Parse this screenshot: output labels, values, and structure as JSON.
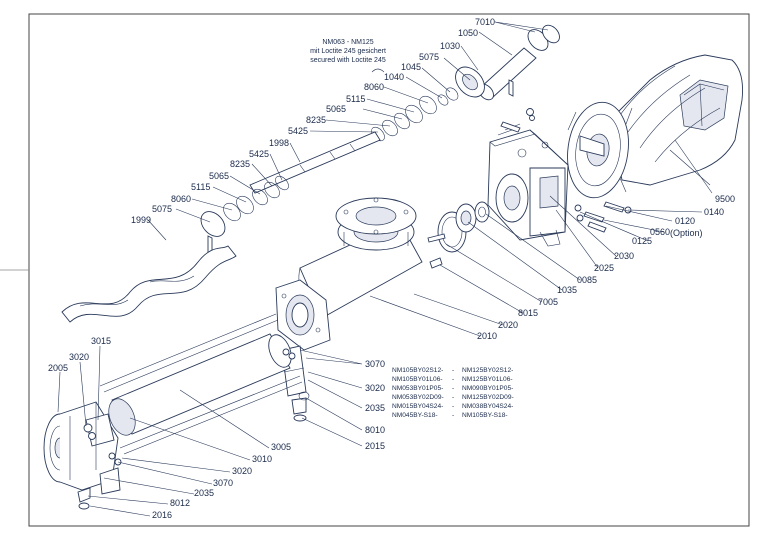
{
  "note": {
    "line1": "NM063 - NM125",
    "line2": "mit Loctite 245 gesichert",
    "line3": "secured with Loctite 245"
  },
  "table": {
    "rows": [
      [
        "NM105BY02S12-",
        "-",
        "NM125BY02S12-"
      ],
      [
        "NM105BY01L06-",
        "-",
        "NM125BY01L06-"
      ],
      [
        "NM053BY01P05-",
        "-",
        "NM090BY01P05-"
      ],
      [
        "NM053BY02D09-",
        "-",
        "NM125BY02D09-"
      ],
      [
        "NM015BY04S24-",
        "-",
        "NM038BY04S24-"
      ],
      [
        "NM045BY-S18-",
        "-",
        "NM105BY-S18-"
      ]
    ]
  },
  "labels": {
    "l7010": "7010",
    "l1050": "1050",
    "l1030": "1030",
    "l5075a": "5075",
    "l1045": "1045",
    "l1040": "1040",
    "l8060a": "8060",
    "l5115a": "5115",
    "l5065a": "5065",
    "l8235a": "8235",
    "l5425a": "5425",
    "l1998": "1998",
    "l5425b": "5425",
    "l8235b": "8235",
    "l5065b": "5065",
    "l5115b": "5115",
    "l8060b": "8060",
    "l5075b": "5075",
    "l1999": "1999",
    "l9500": "9500",
    "l0140": "0140",
    "l0120": "0120",
    "l0560": "0560",
    "l0125": "0125",
    "loption": "(Option)",
    "l2030": "2030",
    "l2025": "2025",
    "l0085": "0085",
    "l1035": "1035",
    "l7005": "7005",
    "l8015": "8015",
    "l2020": "2020",
    "l2010": "2010",
    "l3070a": "3070",
    "l3020a": "3020",
    "l2035a": "2035",
    "l8010": "8010",
    "l2015": "2015",
    "l3015": "3015",
    "l3020b": "3020",
    "l2005": "2005",
    "l3005": "3005",
    "l3010": "3010",
    "l3020c": "3020",
    "l3070b": "3070",
    "l2035b": "2035",
    "l8012": "8012",
    "l2016": "2016"
  }
}
